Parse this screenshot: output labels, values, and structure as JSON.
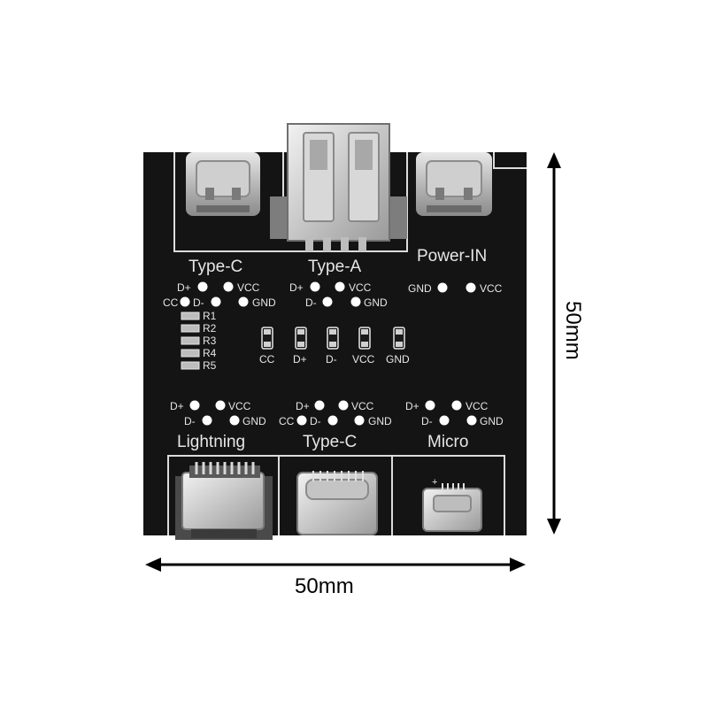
{
  "board": {
    "color": "#141414",
    "silkscreen_color": "#e6e6e6",
    "top_ports": {
      "type_c": "Type-C",
      "type_a": "Type-A",
      "power_in": "Power-IN"
    },
    "top_pads": {
      "type_c": {
        "d_plus": "D+",
        "vcc": "VCC",
        "cc": "CC",
        "d_minus": "D-",
        "gnd": "GND"
      },
      "type_a": {
        "d_plus": "D+",
        "vcc": "VCC",
        "d_minus": "D-",
        "gnd": "GND"
      },
      "power_in": {
        "gnd": "GND",
        "vcc": "VCC"
      }
    },
    "resistors": [
      "R1",
      "R2",
      "R3",
      "R4",
      "R5"
    ],
    "leds": [
      "CC",
      "D+",
      "D-",
      "VCC",
      "GND"
    ],
    "bottom_pads": {
      "lightning": {
        "d_plus": "D+",
        "vcc": "VCC",
        "d_minus": "D-",
        "gnd": "GND"
      },
      "type_c": {
        "d_plus": "D+",
        "vcc": "VCC",
        "cc": "CC",
        "d_minus": "D-",
        "gnd": "GND"
      },
      "micro": {
        "d_plus": "D+",
        "vcc": "VCC",
        "d_minus": "D-",
        "gnd": "GND"
      }
    },
    "bottom_ports": {
      "lightning": "Lightning",
      "type_c": "Type-C",
      "micro": "Micro"
    }
  },
  "dimensions": {
    "height": "50mm",
    "width": "50mm"
  }
}
